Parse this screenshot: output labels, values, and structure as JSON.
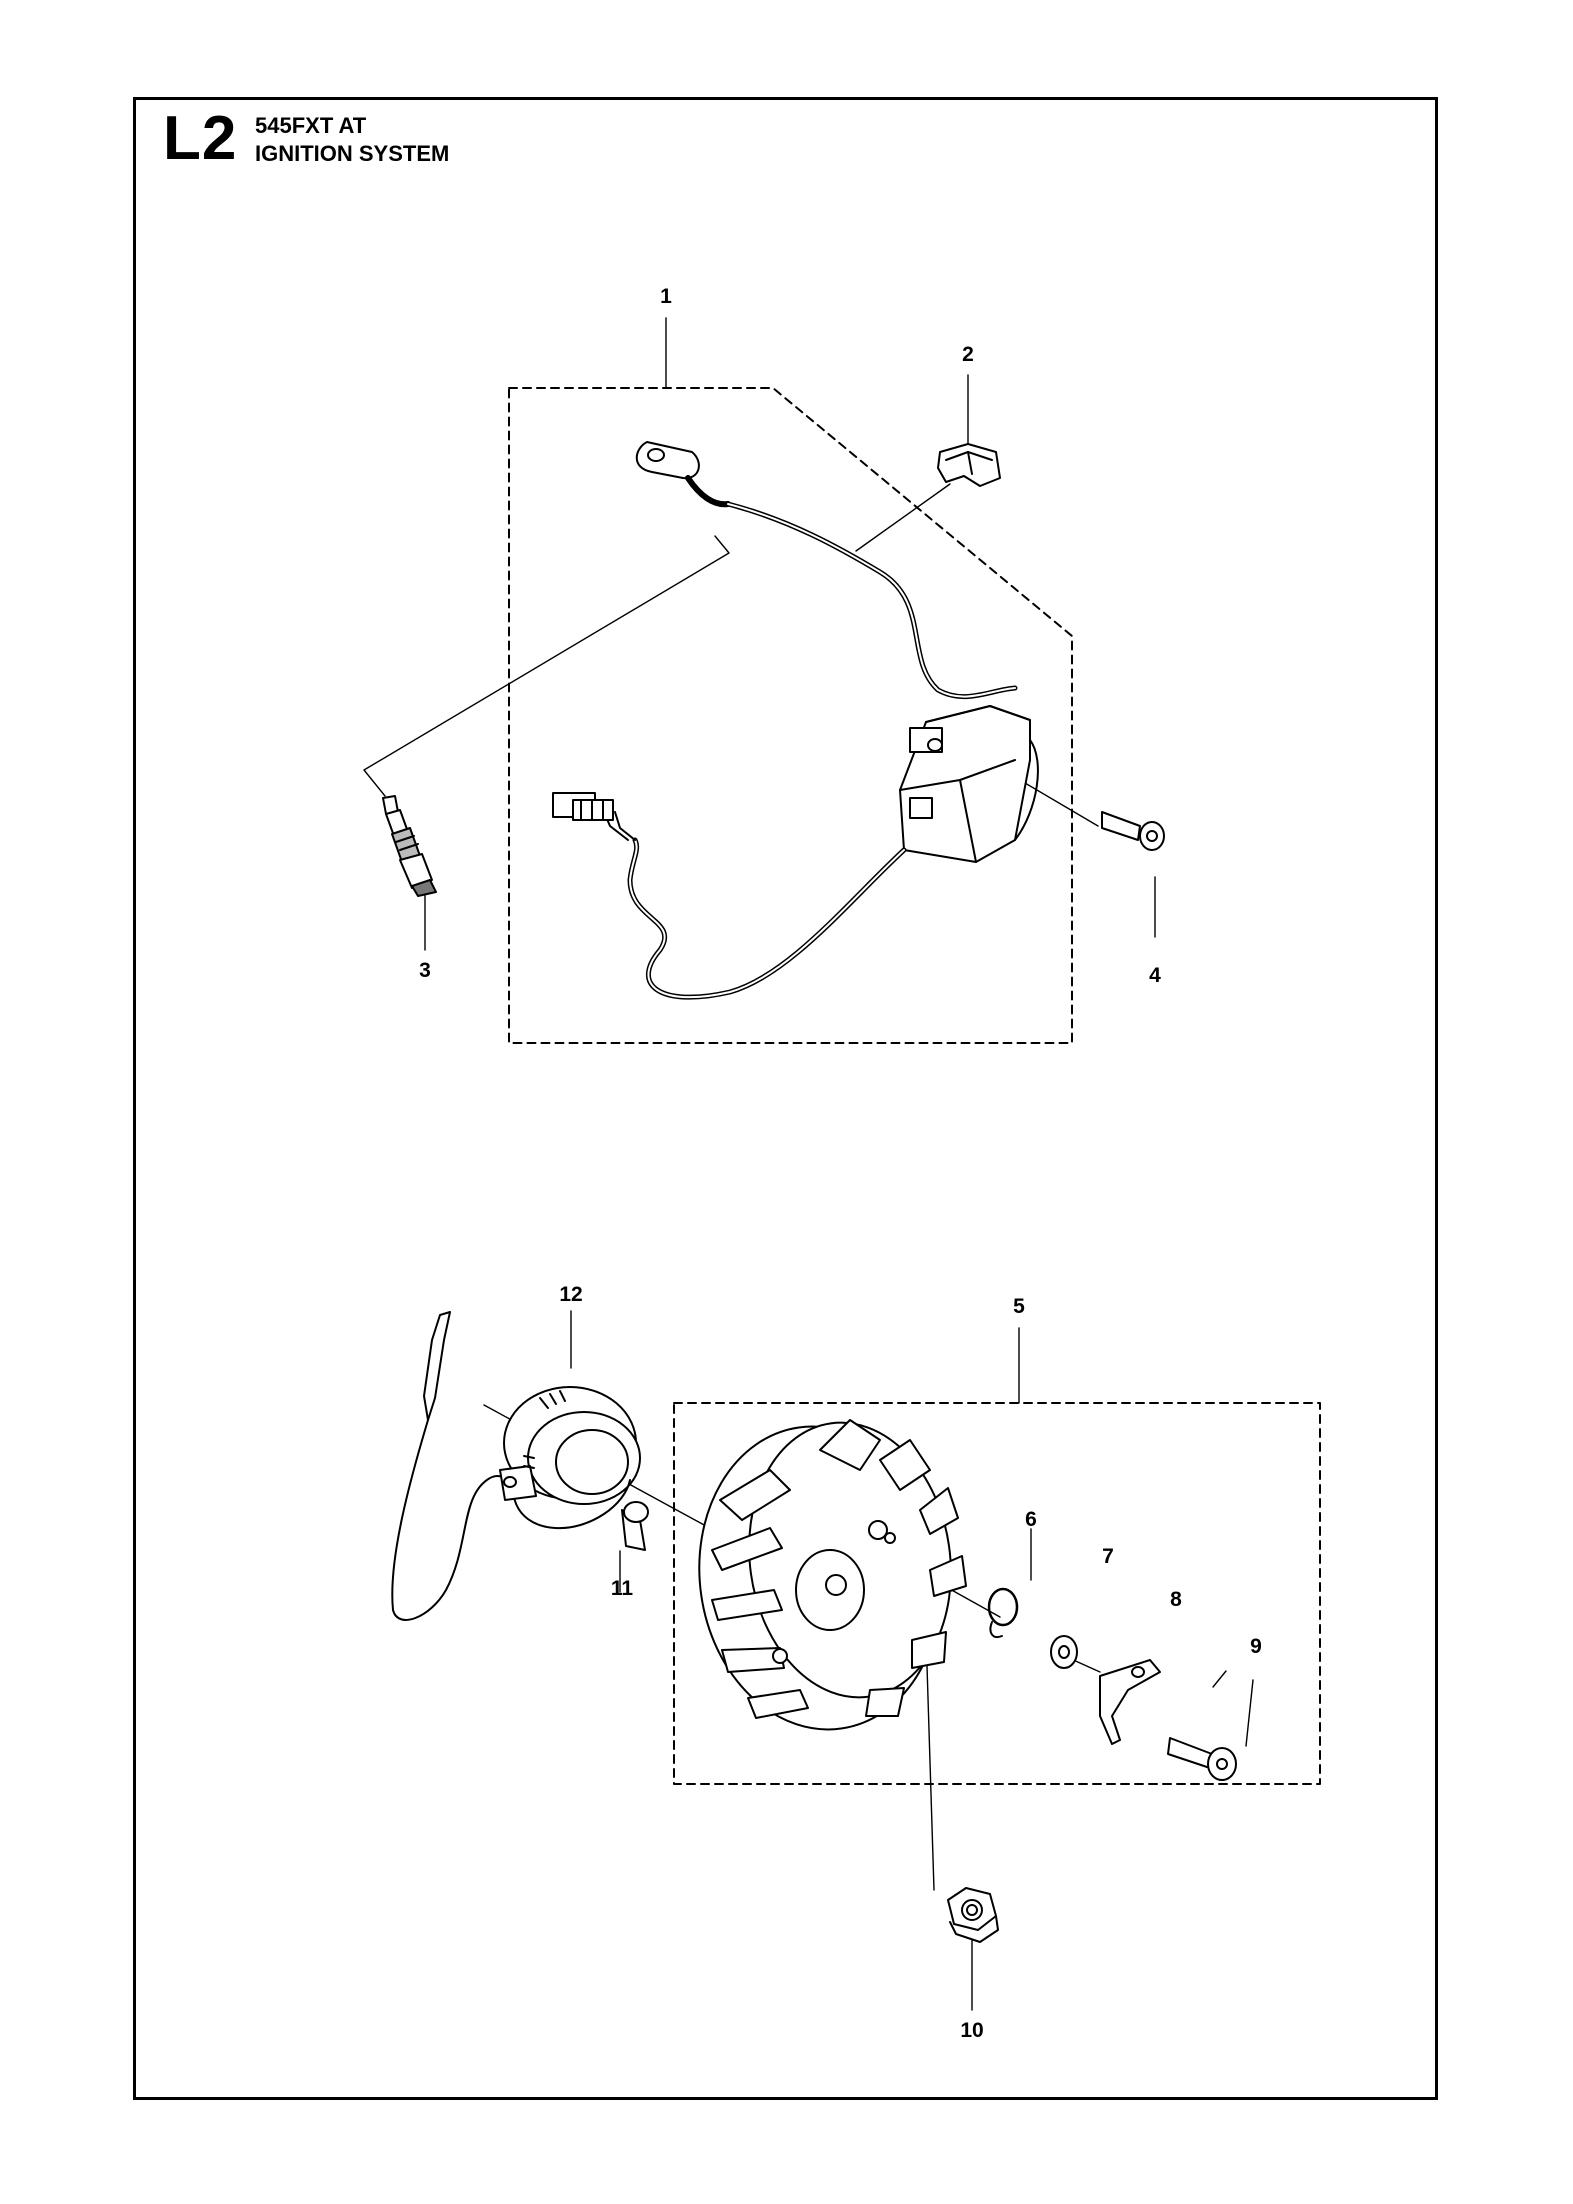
{
  "header": {
    "page_code": "L2",
    "model": "545FXT AT",
    "section": "IGNITION SYSTEM"
  },
  "callouts": {
    "c1": "1",
    "c2": "2",
    "c3": "3",
    "c4": "4",
    "c5": "5",
    "c6": "6",
    "c7": "7",
    "c8": "8",
    "c9": "9",
    "c10": "10",
    "c11": "11",
    "c12": "12"
  },
  "icons": {
    "ignition_module": "ignition-module-icon",
    "wire_clip": "wire-clip-icon",
    "spark_plug": "spark-plug-icon",
    "screw": "screw-icon",
    "flywheel": "flywheel-icon",
    "spring": "spring-icon",
    "washer": "washer-icon",
    "pawl": "pawl-icon",
    "nut": "nut-icon",
    "sensor_coil": "sensor-coil-icon"
  },
  "colors": {
    "ink": "#000000",
    "paper": "#ffffff",
    "shade": "#888888"
  }
}
